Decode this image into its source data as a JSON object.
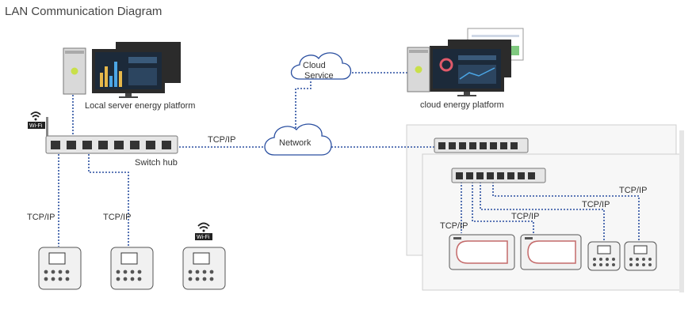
{
  "title": "LAN Communication Diagram",
  "labels": {
    "local_server": "Local server energy platform",
    "cloud_platform": "cloud energy platform",
    "switch_hub": "Switch hub",
    "network": "Network",
    "cloud_service_line1": "Cloud",
    "cloud_service_line2": "Service",
    "tcpip": "TCP/IP",
    "wifi": "Wi-Fi"
  },
  "colors": {
    "link": "#2a4fa0",
    "cloud_fill": "#ffffff",
    "device_body": "#f1f1f1",
    "monitor_bezel": "#2b2b2b"
  },
  "icons": [
    "wifi-icon",
    "cloud-icon",
    "monitor-icon",
    "server-tower-icon",
    "switch-hub-icon",
    "controller-device-icon",
    "gateway-device-icon"
  ]
}
